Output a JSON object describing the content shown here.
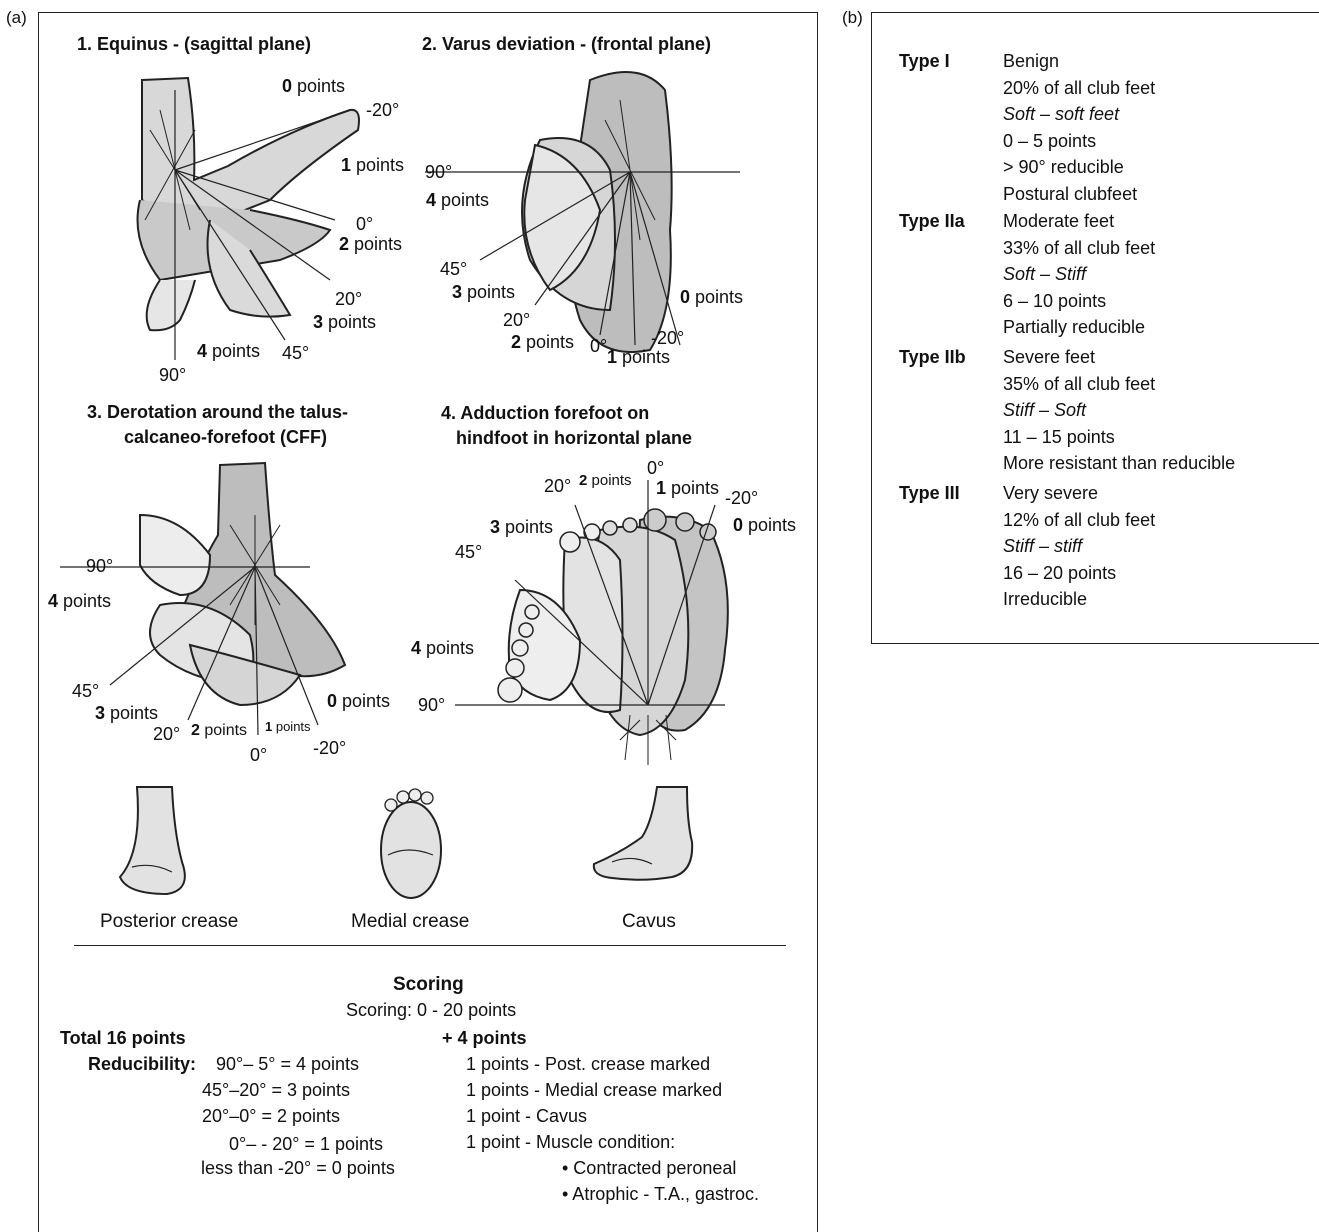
{
  "panel_a_label": "(a)",
  "panel_b_label": "(b)",
  "sections": {
    "equinus": {
      "title": "1. Equinus - (sagittal plane)",
      "labels": {
        "p0n": "0",
        "p0t": " points",
        "a_m20": "-20°",
        "p1n": "1",
        "p1t": " points",
        "a0": "0°",
        "p2n": "2",
        "p2t": " points",
        "a20": "20°",
        "p3n": "3",
        "p3t": " points",
        "p4n": "4",
        "p4t": " points",
        "a45": "45°",
        "a90": "90°"
      }
    },
    "varus": {
      "title": "2. Varus deviation - (frontal plane)",
      "labels": {
        "a90": "90°",
        "p4n": "4",
        "p4t": " points",
        "a45": "45°",
        "p3n": "3",
        "p3t": " points",
        "a20": "20°",
        "p2n": "2",
        "p2t": " points",
        "a0": "0°",
        "p1n": "1",
        "p1t": " points",
        "a_m20": "-20°",
        "p0n": "0",
        "p0t": " points"
      }
    },
    "derotation": {
      "title_line1": "3. Derotation around the talus-",
      "title_line2": "calcaneo-forefoot (CFF)",
      "labels": {
        "a90": "90°",
        "p4n": "4",
        "p4t": " points",
        "a45": "45°",
        "p3n": "3",
        "p3t": " points",
        "a20": "20°",
        "p2n": "2",
        "p2t": " points",
        "p1n": "1",
        "p1t": " points",
        "a0": "0°",
        "a_m20": "-20°",
        "p0n": "0",
        "p0t": " points"
      }
    },
    "adduction": {
      "title_line1": "4. Adduction forefoot on",
      "title_line2": "hindfoot in horizontal plane",
      "labels": {
        "a0": "0°",
        "a20": "20°",
        "p2n": "2",
        "p2t": " points",
        "p1n": "1",
        "p1t": " points",
        "a_m20": "-20°",
        "p3n": "3",
        "p3t": " points",
        "p0n": "0",
        "p0t": " points",
        "a45": "45°",
        "p4n": "4",
        "p4t": " points",
        "a90": "90°"
      }
    }
  },
  "creases": [
    "Posterior crease",
    "Medial crease",
    "Cavus"
  ],
  "scoring": {
    "title": "Scoring",
    "range": "Scoring: 0 - 20 points",
    "total": "Total 16 points",
    "reducibility_label": "Reducibility:",
    "reducibility": [
      "90°– 5° = 4 points",
      "45°–20° = 3 points",
      "20°–0° = 2 points",
      "0°– - 20° =  1 points",
      "less than -20°  = 0 points"
    ],
    "plus": "+ 4 points",
    "extras": [
      "1 points - Post. crease  marked",
      "1 points - Medial crease  marked",
      "1 point - Cavus",
      "1 point - Muscle condition:"
    ],
    "bullets": [
      "• Contracted peroneal",
      "• Atrophic - T.A., gastroc."
    ]
  },
  "types": [
    {
      "name": "Type I",
      "lines": [
        "Benign",
        "20% of all club feet",
        "Soft – soft feet",
        "0 – 5 points",
        "> 90° reducible",
        "Postural clubfeet"
      ]
    },
    {
      "name": "Type IIa",
      "lines": [
        "Moderate feet",
        "33% of all club feet",
        "Soft – Stiff",
        "6 – 10 points",
        "Partially reducible"
      ]
    },
    {
      "name": "Type IIb",
      "lines": [
        "Severe feet",
        "35% of all club feet",
        "Stiff – Soft",
        "11 – 15 points",
        "More resistant than  reducible"
      ]
    },
    {
      "name": "Type III",
      "lines": [
        "Very severe",
        "12% of all club feet",
        "Stiff – stiff",
        "16 – 20 points",
        "Irreducible"
      ]
    }
  ]
}
